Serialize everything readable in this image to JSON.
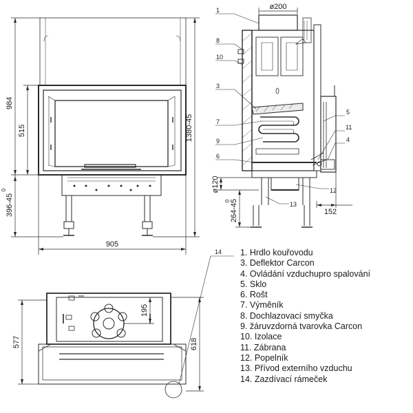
{
  "dimensions": {
    "front_height_total": "984",
    "front_opening_height": "515",
    "front_leg_height": "396-45",
    "front_leg_height_sup": "0",
    "front_width": "905",
    "side_flue_diameter": "ø200",
    "side_total_height": "1380-45",
    "side_air_diameter": "ø120",
    "side_foot_height": "264-45",
    "side_foot_height_sup": "0",
    "side_depth": "152",
    "plan_depth": "577",
    "plan_depth_frame": "618",
    "plan_offset": "195"
  },
  "callouts": [
    "1",
    "8",
    "10",
    "3",
    "7",
    "9",
    "6",
    "5",
    "11",
    "4",
    "12",
    "13",
    "14"
  ],
  "legend": [
    "1. Hrdlo kouřovodu",
    "3. Deflektor Carcon",
    "4. Ovládání vzduchupro spalování",
    "5. Sklo",
    "6. Rošt",
    "7. Výměník",
    "8. Dochlazovací smyčka",
    "9. žáruvzdorná tvarovka Carcon",
    "10. Izolace",
    "11. Zábrana",
    "12. Popelník",
    "13. Přívod externího vzduchu",
    "14. Zazdívací rámeček"
  ]
}
